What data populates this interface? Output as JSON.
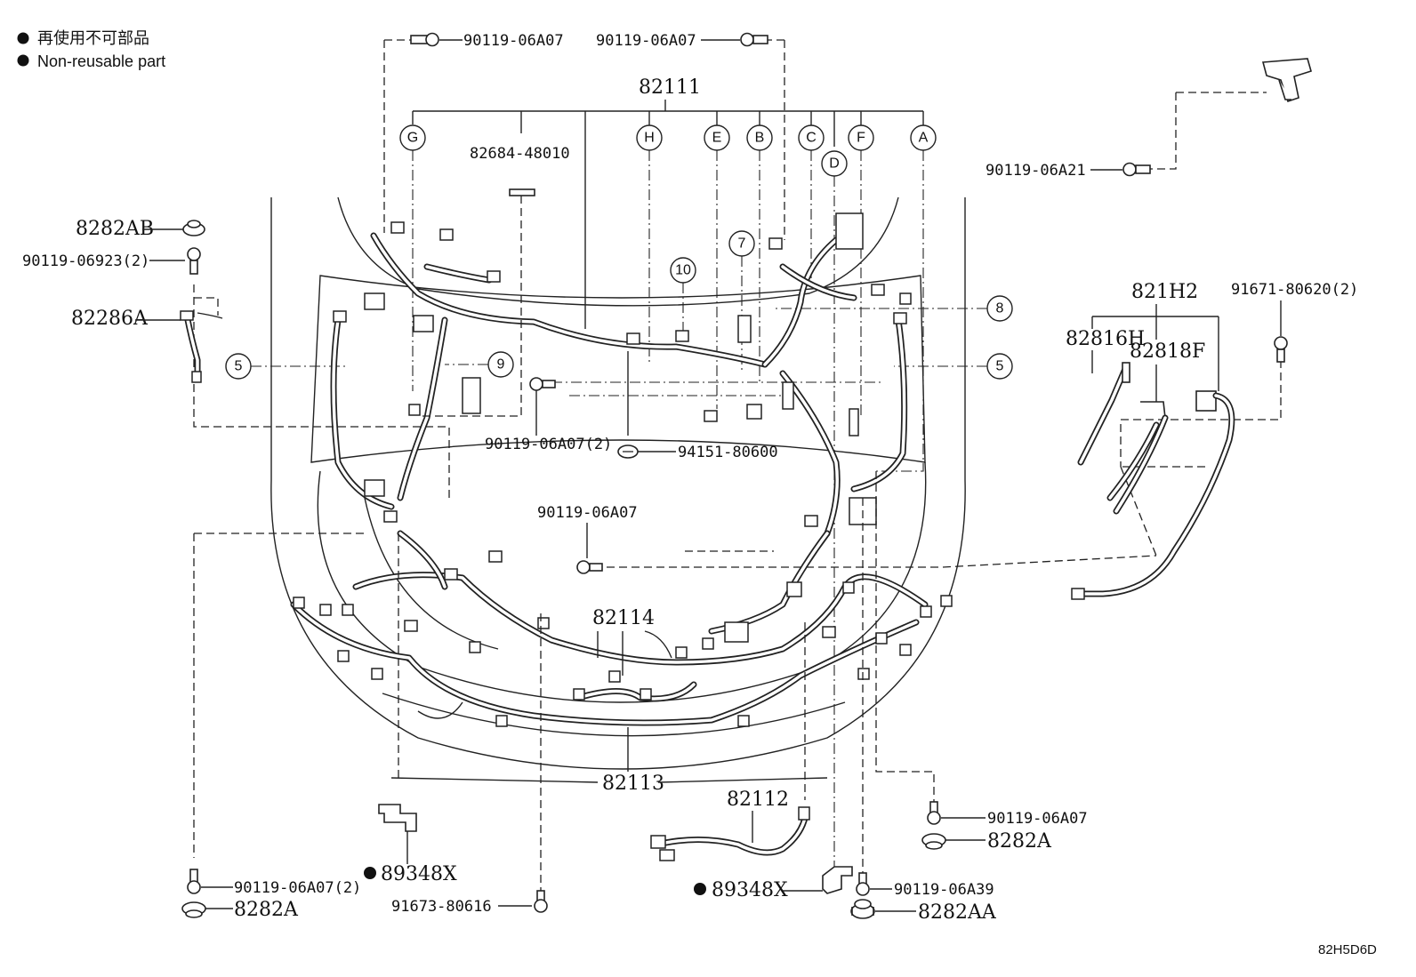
{
  "legend": {
    "marker": "●",
    "line1": "再使用不可部品",
    "line2": "Non-reusable part"
  },
  "diagram_code": "82H5D6D",
  "parts": {
    "p82111": "82111",
    "p82684": "82684-48010",
    "p82112": "82112",
    "p82113": "82113",
    "p82114": "82114",
    "p821H2": "821H2",
    "p82816H": "82816H",
    "p82818F": "82818F",
    "p82286A": "82286A",
    "p8282AB": "8282AB",
    "p8282A_left": "8282A",
    "p8282A_right": "8282A",
    "p8282AA": "8282AA",
    "p89348X_left": "89348X",
    "p89348X_right": "89348X",
    "b06A07_topL": "90119-06A07",
    "b06A07_topR": "90119-06A07",
    "b06A21": "90119-06A21",
    "b06923": "90119-06923(2)",
    "b06A07_2_center": "90119-06A07(2)",
    "b94151": "94151-80600",
    "b06A07_center": "90119-06A07",
    "b91671": "91671-80620(2)",
    "b06A07_right": "90119-06A07",
    "b06A39": "90119-06A39",
    "b06A07_2_bottom": "90119-06A07(2)",
    "b91673": "91673-80616"
  },
  "callouts": {
    "G": "G",
    "H": "H",
    "E": "E",
    "B": "B",
    "C": "C",
    "F": "F",
    "A": "A",
    "D": "D",
    "n5_left": "5",
    "n5_right": "5",
    "n7": "7",
    "n8": "8",
    "n9": "9",
    "n10": "10"
  },
  "icons": {
    "bolt": "bolt-icon",
    "clip": "clip-icon",
    "grommet": "grommet-icon",
    "bracket": "bracket-icon",
    "non_reusable": "filled-circle-icon"
  }
}
